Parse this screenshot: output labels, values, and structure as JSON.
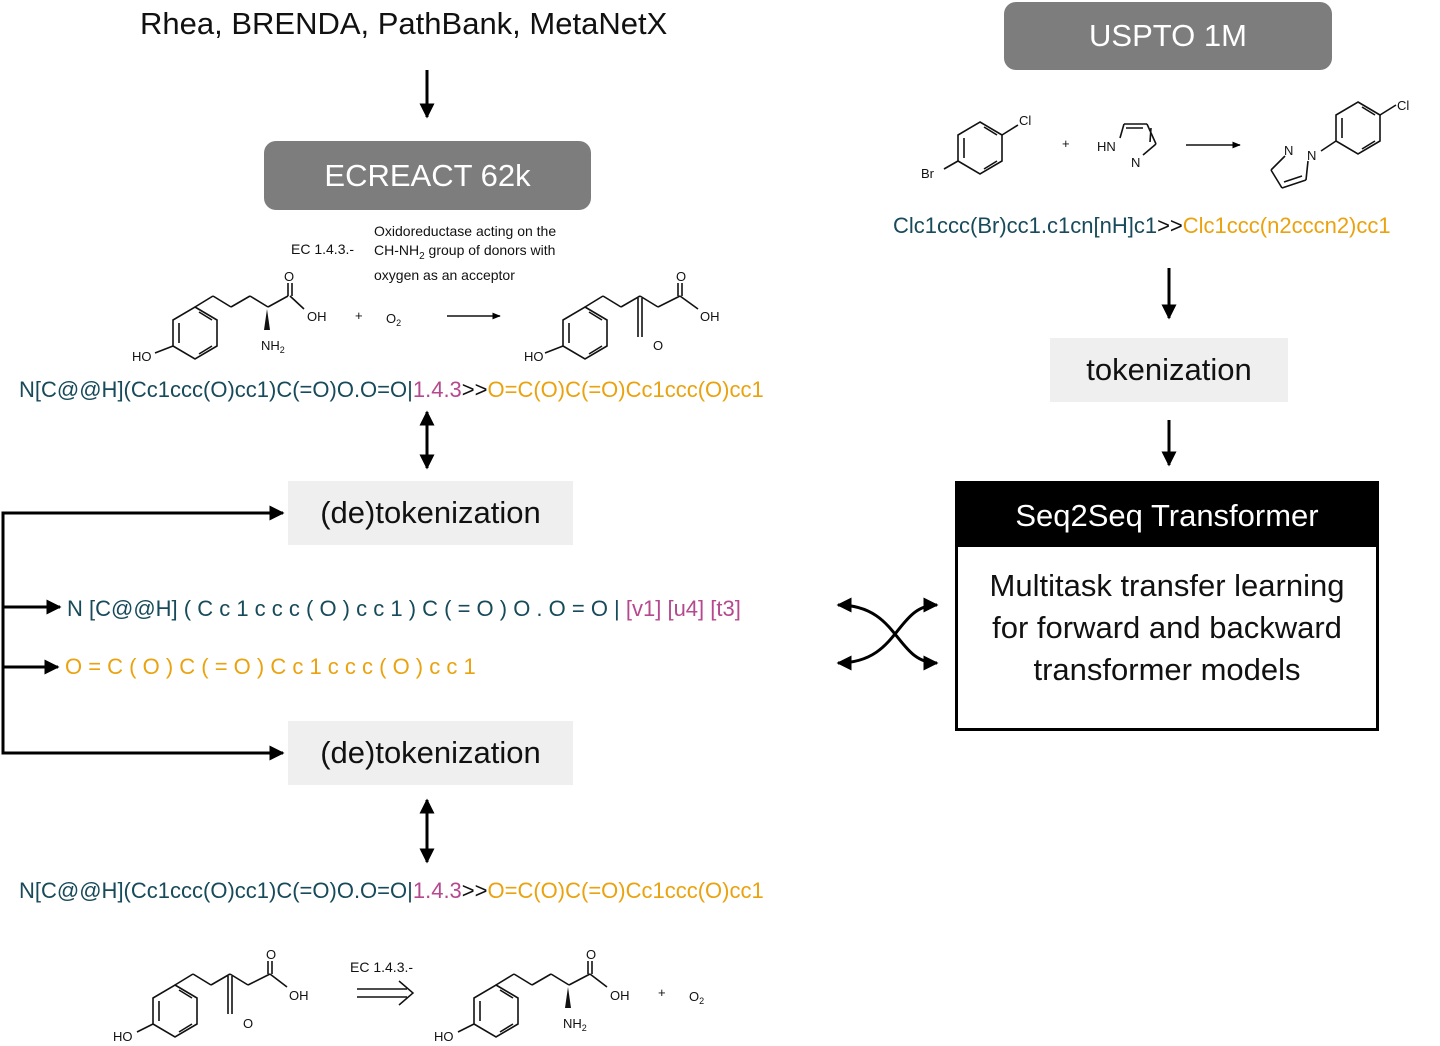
{
  "sources_label": "Rhea, BRENDA, PathBank, MetaNetX",
  "ecreact_label": "ECREACT 62k",
  "uspto_label": "USPTO 1M",
  "ec_top": {
    "ec": "EC 1.4.3.-",
    "desc1": "Oxidoreductase acting on the",
    "desc2_pre": "CH-NH",
    "desc2_sub": "2",
    "desc2_post": " group of donors with",
    "desc3": "oxygen as an acceptor"
  },
  "chem_labels": {
    "oh": "OH",
    "o": "O",
    "ho": "HO",
    "nh": "NH",
    "sub2": "2",
    "plus": "+",
    "o2": "O",
    "cl": "Cl",
    "br": "Br",
    "hn": "HN",
    "n": "N"
  },
  "smiles_top": {
    "reactants": "N[C@@H](Cc1ccc(O)cc1)C(=O)O.O=O",
    "pipe": "|",
    "ec": "1.4.3",
    "arrow": ">>",
    "product": "O=C(O)C(=O)Cc1ccc(O)cc1"
  },
  "smiles_uspto": {
    "reactants": "Clc1ccc(Br)cc1.c1cn[nH]c1",
    "arrow": ">>",
    "product": "Clc1ccc(n2cccn2)cc1"
  },
  "tokenization_label": "tokenization",
  "detok_label": "(de)tokenization",
  "tokens_reactant": {
    "main": "N [C@@H] ( C c 1 c c c ( O ) c c 1 ) C ( = O ) O . O = O |",
    "ec": "[v1] [u4] [t3]"
  },
  "tokens_product": "O = C ( O ) C ( = O ) C c 1 c c c ( O ) c c 1",
  "transformer": {
    "header": "Seq2Seq Transformer",
    "line1": "Multitask transfer learning",
    "line2": "for forward and backward",
    "line3": "transformer models"
  },
  "smiles_bottom": {
    "reactants": "N[C@@H](Cc1ccc(O)cc1)C(=O)O.O=O",
    "pipe": "|",
    "ec": "1.4.3",
    "arrow": ">>",
    "product": "O=C(O)C(=O)Cc1ccc(O)cc1"
  },
  "ec_bottom": "EC 1.4.3.-",
  "colors": {
    "dark_teal": "#174a5a",
    "magenta": "#b5488e",
    "orange": "#eaa20e",
    "gray_box": "#7d7d7d",
    "light_box": "#efefef"
  }
}
